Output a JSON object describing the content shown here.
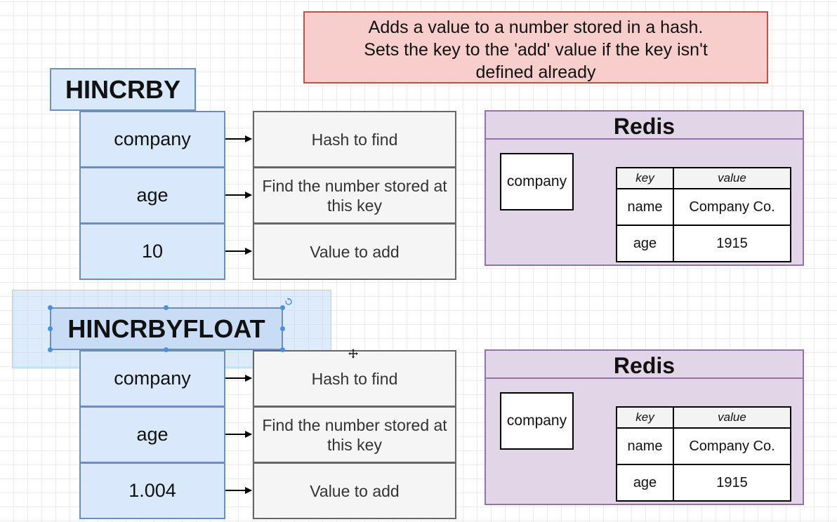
{
  "note": {
    "lines": [
      "Adds a value to a number stored in a hash.",
      "Sets the key to the 'add' value if the key isn't",
      "defined already"
    ]
  },
  "sections": [
    {
      "command": "HINCRBY",
      "args": [
        {
          "value": "company",
          "description": "Hash to find"
        },
        {
          "value": "age",
          "description": "Find the number stored at this key"
        },
        {
          "value": "10",
          "description": "Value to add"
        }
      ],
      "redis": {
        "title": "Redis",
        "key": "company",
        "headers": [
          "key",
          "value"
        ],
        "rows": [
          [
            "name",
            "Company Co."
          ],
          [
            "age",
            "1915"
          ]
        ]
      }
    },
    {
      "command": "HINCRBYFLOAT",
      "args": [
        {
          "value": "company",
          "description": "Hash to find"
        },
        {
          "value": "age",
          "description": "Find the number stored at this key"
        },
        {
          "value": "1.004",
          "description": "Value to add"
        }
      ],
      "redis": {
        "title": "Redis",
        "key": "company",
        "headers": [
          "key",
          "value"
        ],
        "rows": [
          [
            "name",
            "Company Co."
          ],
          [
            "age",
            "1915"
          ]
        ]
      }
    }
  ],
  "colors": {
    "note_fill": "#f8cecc",
    "note_stroke": "#b85450",
    "arg_fill": "#dae8fc",
    "arg_stroke": "#6c8ebf",
    "desc_fill": "#f5f5f5",
    "redis_fill": "#e1d5e7",
    "redis_stroke": "#9673a6"
  }
}
